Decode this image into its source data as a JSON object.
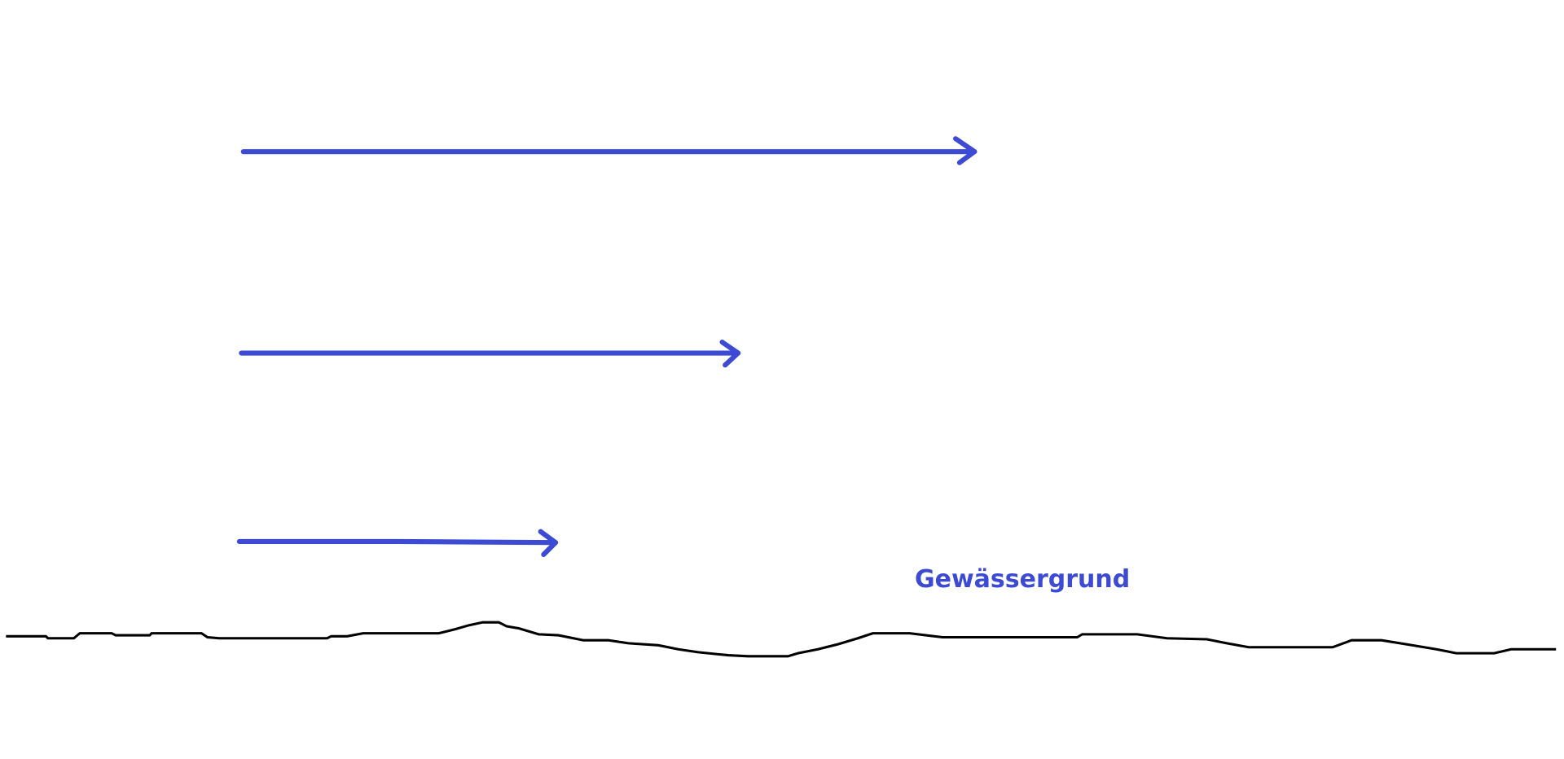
{
  "label": "Gewässergrund",
  "colors": {
    "arrow": "#3d4ad4",
    "ground": "#000000",
    "background": "#ffffff"
  },
  "arrows": [
    {
      "name": "flow-arrow-top",
      "relative_length": 1.0
    },
    {
      "name": "flow-arrow-middle",
      "relative_length": 0.68
    },
    {
      "name": "flow-arrow-bottom",
      "relative_length": 0.43
    }
  ]
}
